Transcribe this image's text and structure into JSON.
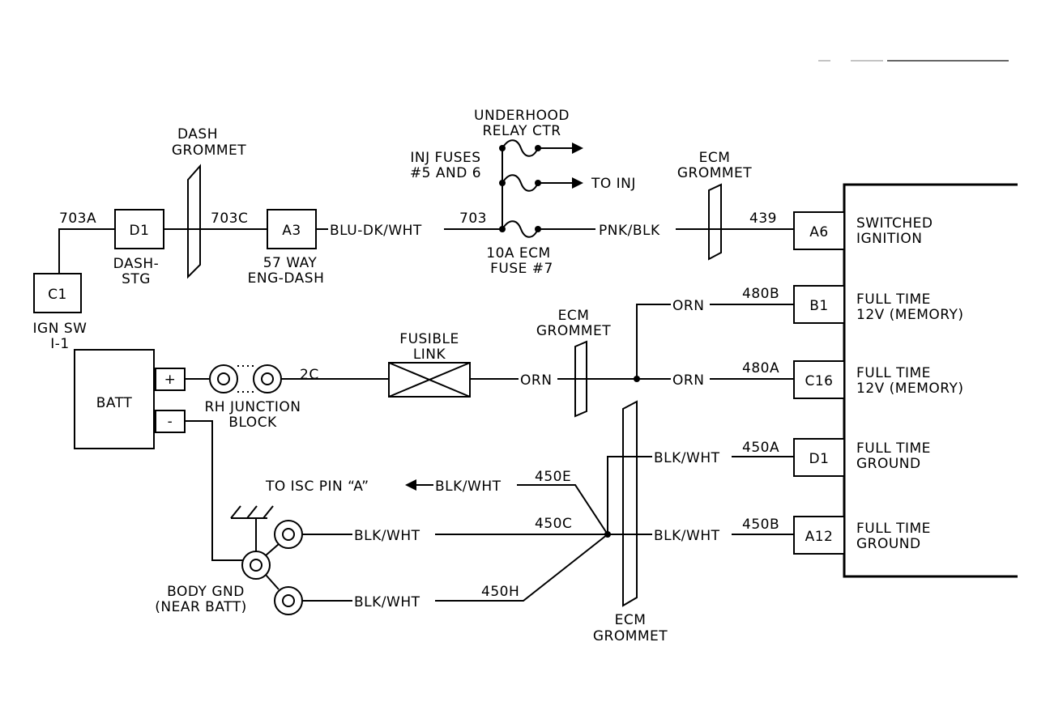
{
  "diagram": {
    "ign_switch": {
      "connector": "C1",
      "label_line1": "IGN SW",
      "label_line2": "I-1"
    },
    "dash_stg": {
      "connector": "D1",
      "label_line1": "DASH-",
      "label_line2": "STG"
    },
    "dash_grommet": {
      "line1": "DASH",
      "line2": "GROMMET"
    },
    "eng_dash": {
      "connector": "A3",
      "label_line1": "57 WAY",
      "label_line2": "ENG-DASH"
    },
    "underhood": {
      "line1": "UNDERHOOD",
      "line2": "RELAY CTR"
    },
    "inj_fuses": {
      "line1": "INJ FUSES",
      "line2": "#5 AND 6"
    },
    "to_inj": "TO INJ",
    "ecm_fuse": {
      "line1": "10A ECM",
      "line2": "FUSE #7"
    },
    "ecm_grommet_top": {
      "line1": "ECM",
      "line2": "GROMMET"
    },
    "ecm_grommet_mid": {
      "line1": "ECM",
      "line2": "GROMMET"
    },
    "ecm_grommet_bottom": {
      "line1": "ECM",
      "line2": "GROMMET"
    },
    "fusible_link": {
      "line1": "FUSIBLE",
      "line2": "LINK"
    },
    "battery": {
      "label": "BATT",
      "plus": "+",
      "minus": "-"
    },
    "rh_junction": {
      "line1": "RH JUNCTION",
      "line2": "BLOCK"
    },
    "body_gnd": {
      "line1": "BODY GND",
      "line2": "(NEAR BATT)"
    },
    "to_isc": "TO ISC PIN “A”",
    "circuits": {
      "c703a": "703A",
      "c703c": "703C",
      "blu_dk_wht": "BLU-DK/WHT",
      "c703": "703",
      "pnk_blk": "PNK/BLK",
      "c439": "439",
      "c480b": "480B",
      "c480a": "480A",
      "orn_top": "ORN",
      "orn_mid": "ORN",
      "orn_link": "ORN",
      "c2c": "2C",
      "c450a": "450A",
      "c450b": "450B",
      "c450c": "450C",
      "c450e": "450E",
      "c450h": "450H",
      "blk_wht_450a": "BLK/WHT",
      "blk_wht_450b": "BLK/WHT",
      "blk_wht_450c": "BLK/WHT",
      "blk_wht_450e": "BLK/WHT",
      "blk_wht_450h": "BLK/WHT"
    },
    "ecm_pins": [
      {
        "pin": "A6",
        "line1": "SWITCHED",
        "line2": "IGNITION"
      },
      {
        "pin": "B1",
        "line1": "FULL TIME",
        "line2": "12V (MEMORY)"
      },
      {
        "pin": "C16",
        "line1": "FULL TIME",
        "line2": "12V (MEMORY)"
      },
      {
        "pin": "D1",
        "line1": "FULL TIME",
        "line2": "GROUND"
      },
      {
        "pin": "A12",
        "line1": "FULL TIME",
        "line2": "GROUND"
      }
    ]
  }
}
